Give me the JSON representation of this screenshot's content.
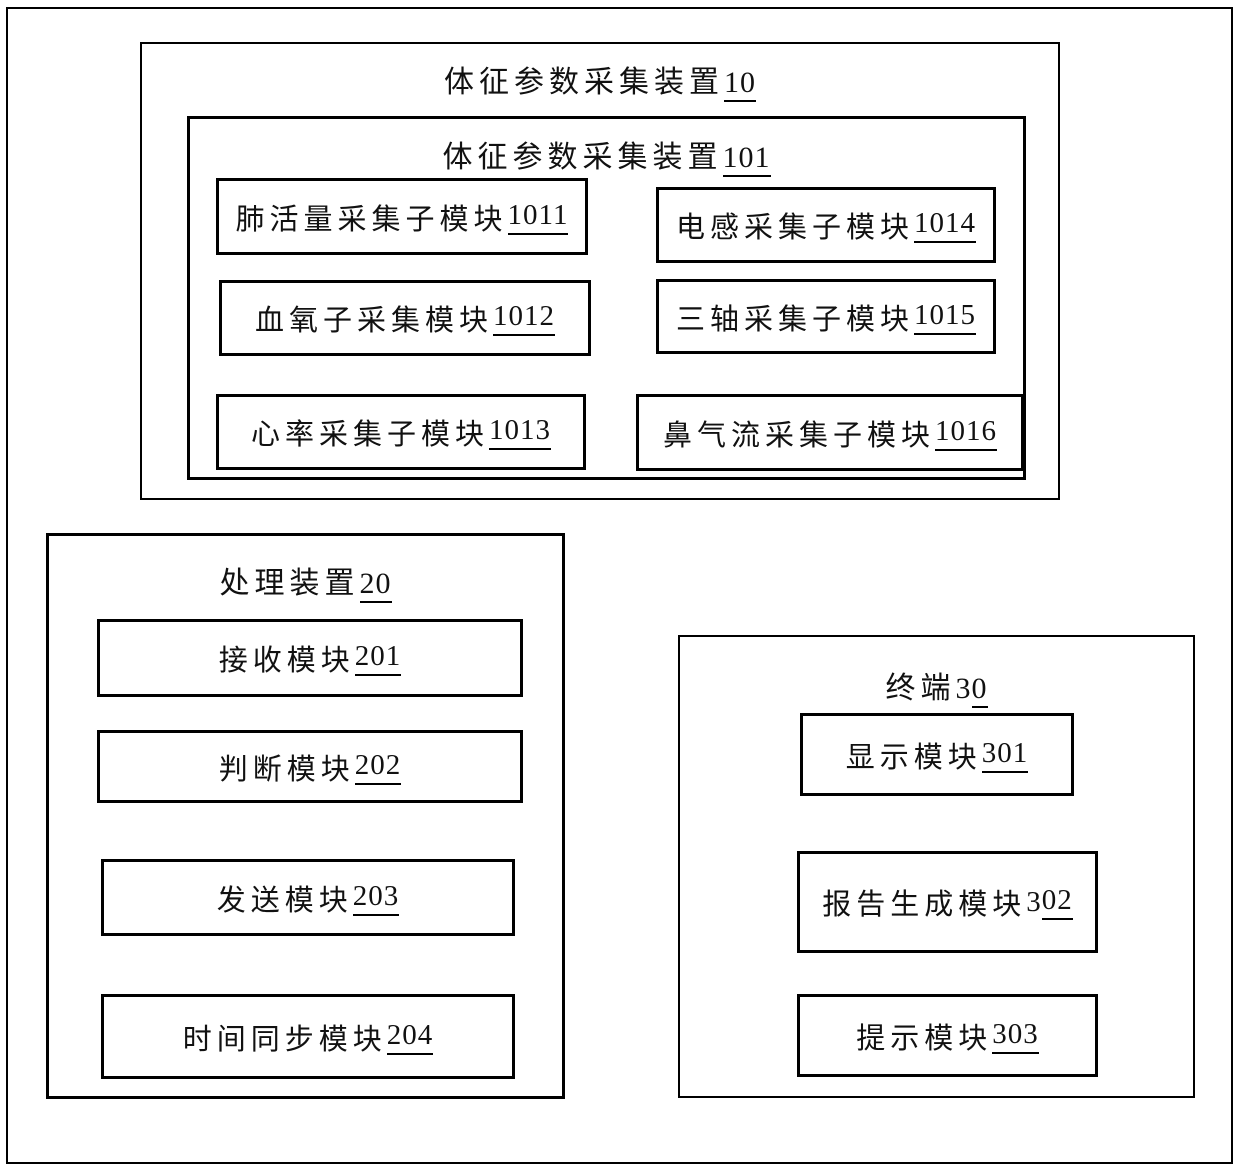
{
  "device10": {
    "title": {
      "label": "体征参数采集装置",
      "num_plain": "",
      "num": "10"
    },
    "inner": {
      "title": {
        "label": "体征参数采集装置",
        "num_plain": "",
        "num": "101"
      },
      "modules": [
        {
          "label": "肺活量采集子模块",
          "num_plain": "",
          "num": "1011"
        },
        {
          "label": "电感采集子模块",
          "num_plain": "",
          "num": "1014"
        },
        {
          "label": "血氧子采集模块",
          "num_plain": "",
          "num": "1012"
        },
        {
          "label": "三轴采集子模块",
          "num_plain": "",
          "num": "1015"
        },
        {
          "label": "心率采集子模块",
          "num_plain": "",
          "num": "1013"
        },
        {
          "label": "鼻气流采集子模块",
          "num_plain": "",
          "num": "1016"
        }
      ]
    }
  },
  "device20": {
    "title": {
      "label": "处理装置",
      "num_plain": "",
      "num": "20"
    },
    "modules": [
      {
        "label": "接收模块",
        "num_plain": "",
        "num": "201"
      },
      {
        "label": "判断模块",
        "num_plain": "",
        "num": "202"
      },
      {
        "label": "发送模块",
        "num_plain": "",
        "num": "203"
      },
      {
        "label": "时间同步模块",
        "num_plain": "",
        "num": "204"
      }
    ]
  },
  "device30": {
    "title": {
      "label": "终端",
      "num_plain": "3",
      "num": "0"
    },
    "modules": [
      {
        "label": "显示模块",
        "num_plain": "",
        "num": "301"
      },
      {
        "label": "报告生成模块",
        "num_plain": "3",
        "num": "02"
      },
      {
        "label": "提示模块",
        "num_plain": "",
        "num": "303"
      }
    ]
  },
  "colors": {
    "line": "#000000",
    "background": "#ffffff",
    "text": "#111111"
  }
}
